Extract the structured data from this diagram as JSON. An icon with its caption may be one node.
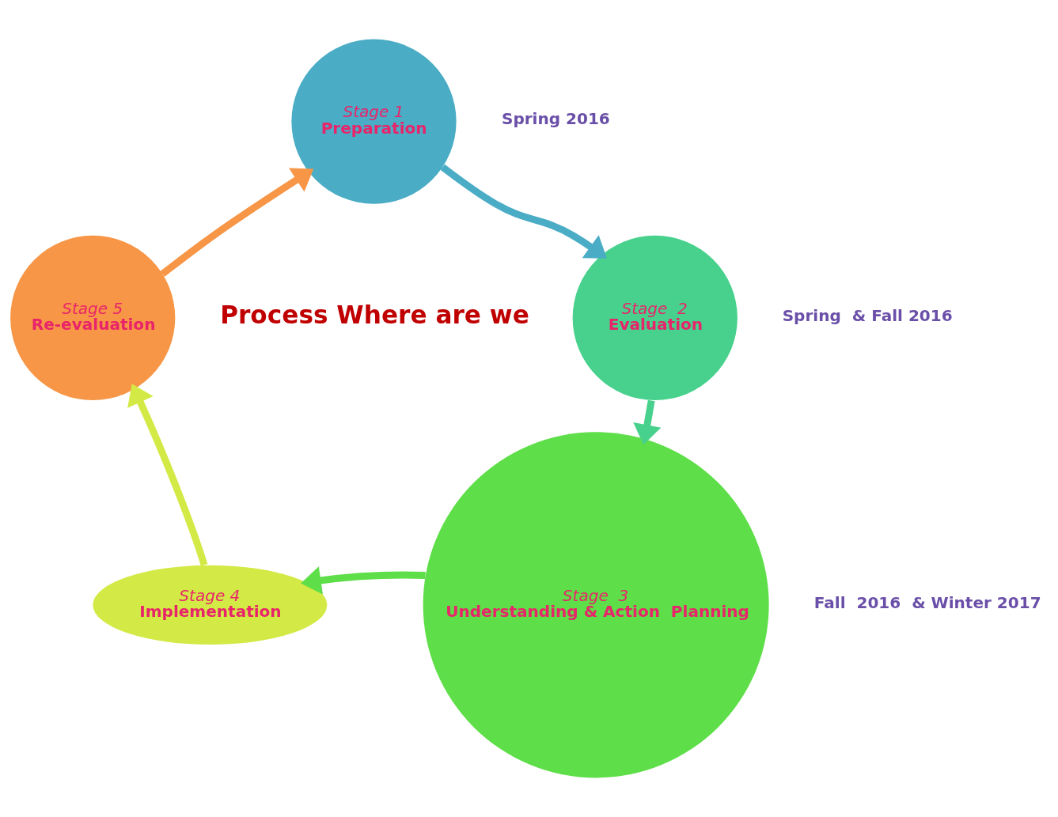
{
  "diagram": {
    "nodes": [
      {
        "text": [
          "Stage 1",
          "Preparation"
        ],
        "beside": [
          "Spring 2016"
        ]
      },
      {
        "text": [
          "Stage  2",
          "Evaluation"
        ],
        "beside": [
          "Spring  & Fall 2016"
        ]
      },
      {
        "text": [
          "Stage  3",
          "Understanding & Action  Planning"
        ],
        "beside": [
          "Fall  2016  & Winter 2017"
        ]
      },
      {
        "text": [
          "Stage 4",
          "Implementation"
        ]
      },
      {
        "text": [
          "Stage 5",
          "Re-evaluation"
        ]
      }
    ],
    "edges": [
      {
        "from": 0,
        "to": 1,
        "arrow": "to",
        "color": "#4aacc5"
      },
      {
        "from": 1,
        "to": 2,
        "arrow": "to",
        "color": "#48d18d"
      },
      {
        "from": 2,
        "to": 3,
        "arrow": "to",
        "color": "#5ede48"
      },
      {
        "from": 3,
        "to": 4,
        "arrow": "to",
        "color": "#d3ea46"
      },
      {
        "from": 4,
        "to": 0,
        "arrow": "to",
        "color": "#f79646"
      }
    ],
    "labels": [
      "Process Where are we"
    ]
  }
}
